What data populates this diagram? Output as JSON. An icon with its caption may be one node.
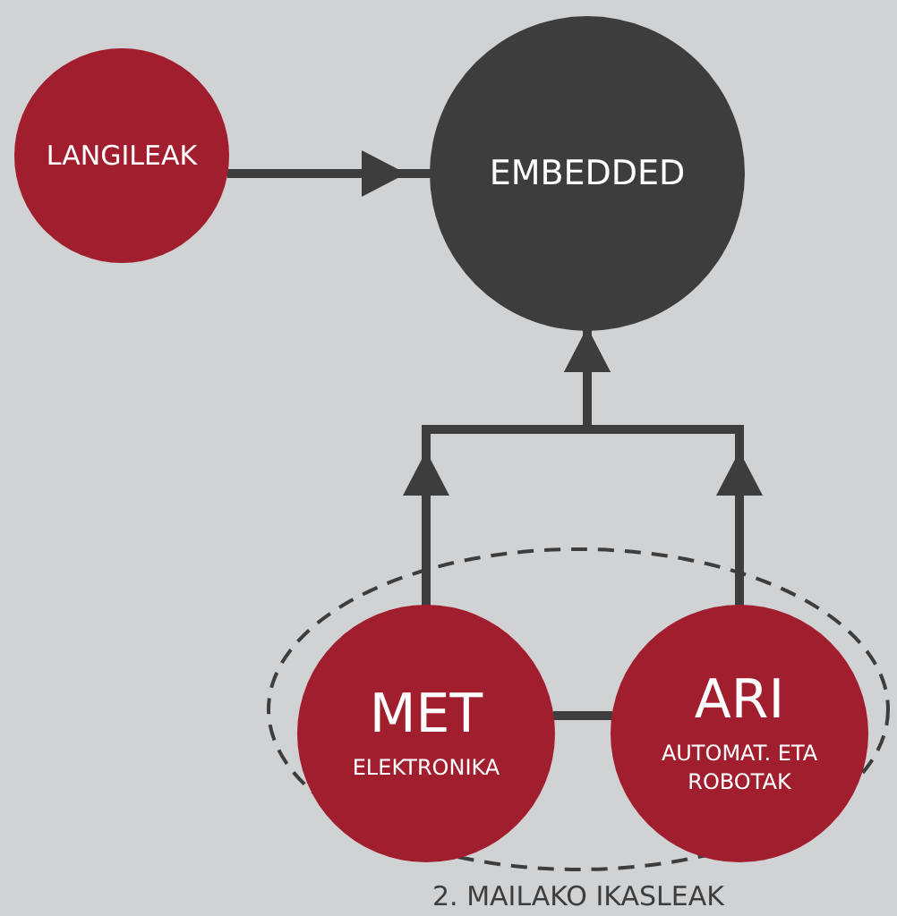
{
  "diagram": {
    "nodes": [
      {
        "text": [
          "LANGILEAK"
        ]
      },
      {
        "text": [
          "EMBEDDED"
        ]
      },
      {
        "text": [
          "2. MAILAKO IKASLEAK"
        ]
      },
      {
        "text": [
          "MET",
          "ELEKTRONIKA"
        ],
        "in": 2
      },
      {
        "text": [
          "ARI",
          "AUTOMAT. ETA ROBOTAK"
        ],
        "in": 2
      }
    ],
    "edges": [
      {
        "from": 0,
        "to": 1,
        "arrow": "to"
      },
      {
        "from": 3,
        "to": 1,
        "arrow": "to"
      },
      {
        "from": 4,
        "to": 1,
        "arrow": "to"
      },
      {
        "from": 3,
        "to": 4,
        "arrow": "none"
      }
    ]
  }
}
